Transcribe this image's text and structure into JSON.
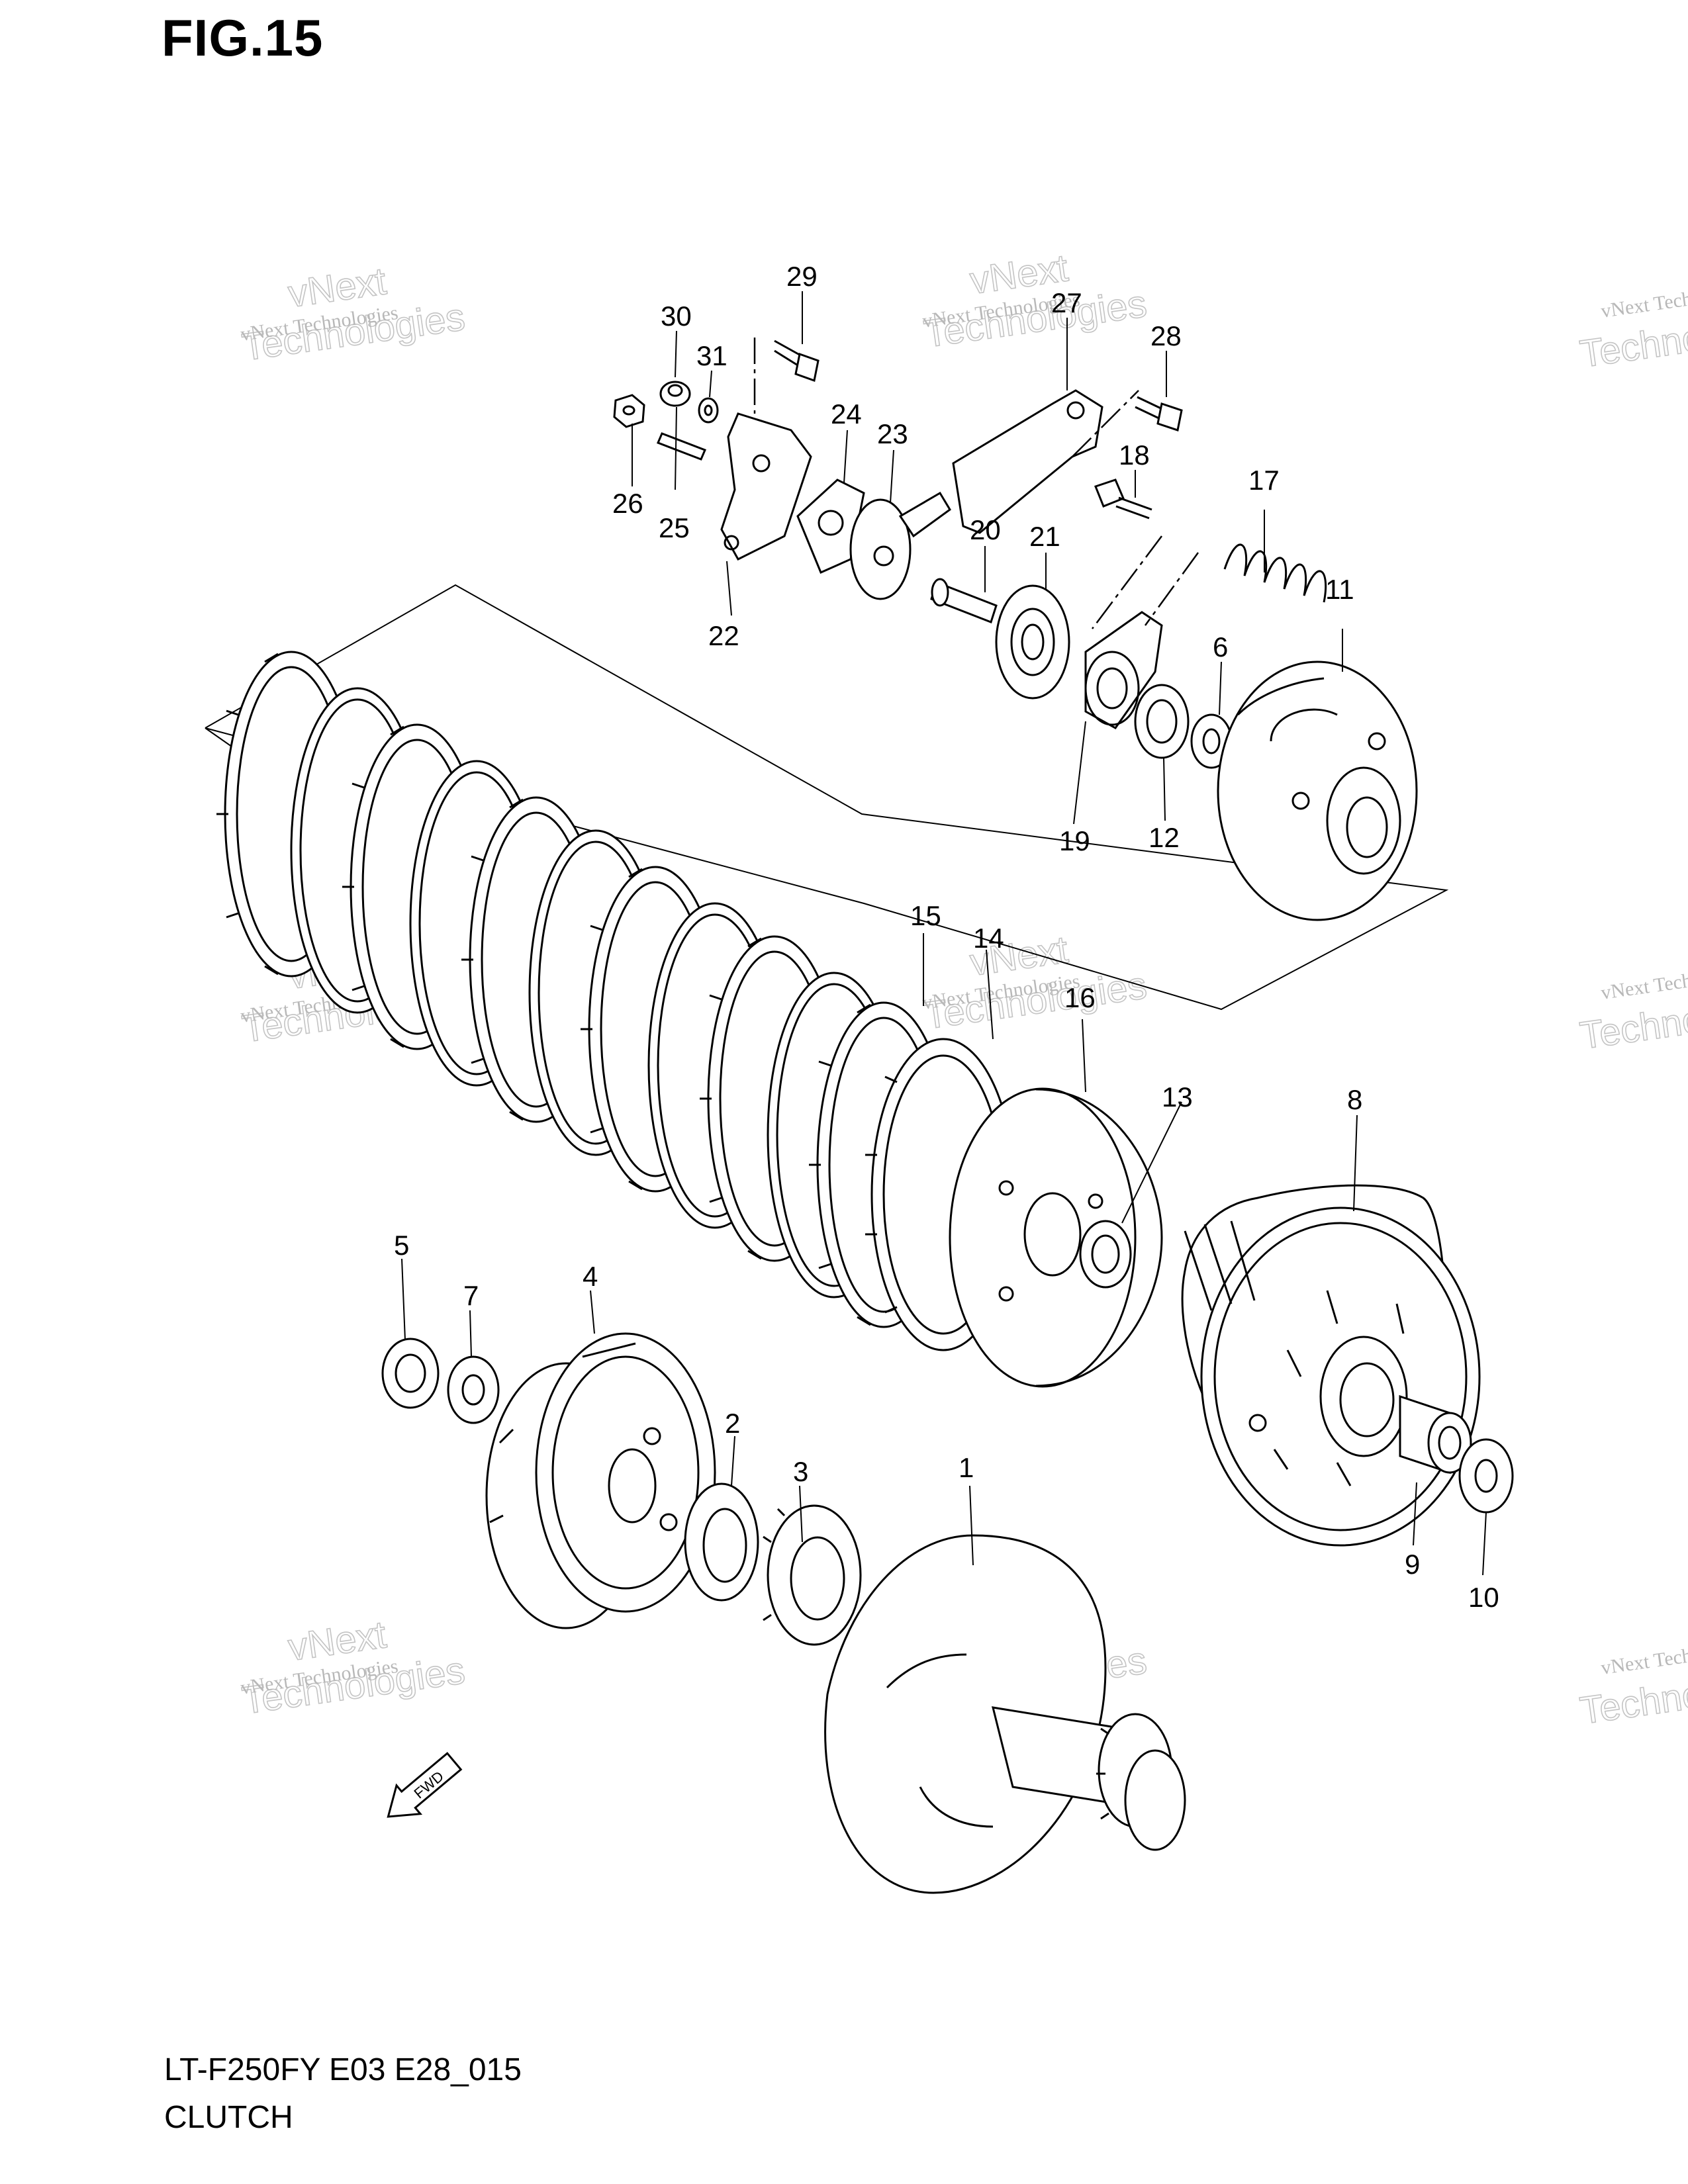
{
  "figure": {
    "title": "FIG.15",
    "model_code": "LT-F250FY E03 E28_015",
    "name": "CLUTCH"
  },
  "fwd_label": "FWD",
  "watermark": {
    "line1": "vNext Technologies",
    "line2": "Technologies",
    "line3": "vNext"
  },
  "callouts": [
    "1",
    "2",
    "3",
    "4",
    "5",
    "6",
    "7",
    "8",
    "9",
    "10",
    "11",
    "12",
    "13",
    "14",
    "15",
    "16",
    "17",
    "18",
    "19",
    "20",
    "21",
    "22",
    "23",
    "24",
    "25",
    "26",
    "27",
    "28",
    "29",
    "30",
    "31"
  ],
  "colors": {
    "ink": "#000000",
    "watermark": "#c4c4c4",
    "background": "#ffffff"
  }
}
